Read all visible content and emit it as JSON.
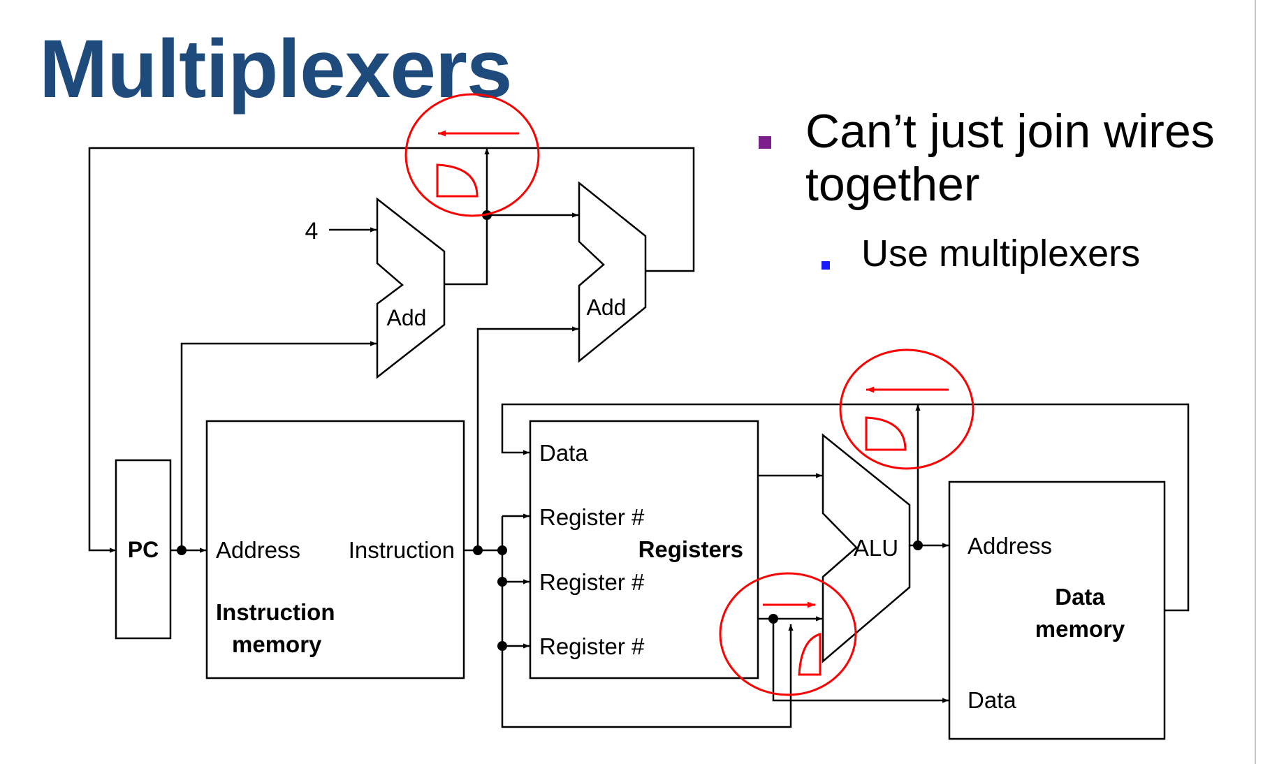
{
  "slide": {
    "title": "Multiplexers",
    "title_color": "#1f4a7c",
    "bullets": [
      {
        "text": "Can’t just join wires together",
        "marker_color": "#7b1f8c",
        "level": 1
      },
      {
        "text": "Use multiplexers",
        "marker_color": "#1a1aff",
        "level": 2
      }
    ]
  },
  "diagram": {
    "annotation_color": "#ff0000",
    "constant_4": "4",
    "pc_label": "PC",
    "adder1_label": "Add",
    "adder2_label": "Add",
    "imem": {
      "address": "Address",
      "instruction": "Instruction",
      "name_line1": "Instruction",
      "name_line2": "memory"
    },
    "registers": {
      "data": "Data",
      "reg1": "Register #",
      "reg2": "Register #",
      "reg3": "Register #",
      "name": "Registers"
    },
    "alu_label": "ALU",
    "dmem": {
      "address": "Address",
      "name_line1": "Data",
      "name_line2": "memory",
      "data": "Data"
    },
    "annotation_icons": [
      "left-arrow-icon",
      "gate-shape-icon",
      "right-arrow-icon"
    ]
  }
}
